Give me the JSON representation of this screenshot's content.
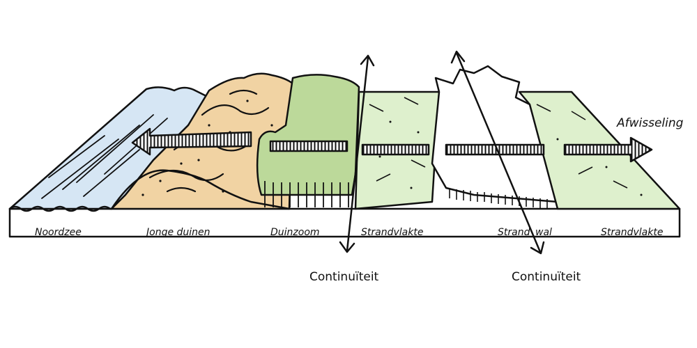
{
  "zone_labels": [
    "Noordzee",
    "Jonge duinen",
    "Duinzoom",
    "Strandvlakte",
    "Strand",
    "wal",
    "Strandvlakte"
  ],
  "continuity_label": "Continuïteit",
  "variation_label": "Afwisseling",
  "colors": {
    "sea": "#d6e6f4",
    "young_dunes": "#f1d3a3",
    "dune_edge": "#bcd99a",
    "beach_plain": "#def0cd",
    "beach_ridge": "#ffffff",
    "ink": "#111111"
  }
}
